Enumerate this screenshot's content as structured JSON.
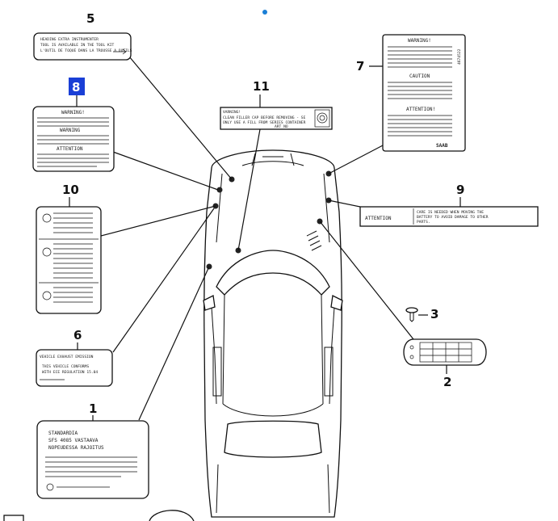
{
  "diagram": {
    "callouts": [
      {
        "id": "1",
        "label": "1"
      },
      {
        "id": "2",
        "label": "2"
      },
      {
        "id": "3",
        "label": "3"
      },
      {
        "id": "5",
        "label": "5"
      },
      {
        "id": "6",
        "label": "6"
      },
      {
        "id": "7",
        "label": "7"
      },
      {
        "id": "8",
        "label": "8"
      },
      {
        "id": "9",
        "label": "9"
      },
      {
        "id": "10",
        "label": "10"
      },
      {
        "id": "11",
        "label": "11"
      }
    ],
    "accent_color": "#1a3fd6"
  },
  "labels": {
    "label5": {
      "lines": [
        "HEADING EXTRA   INSTRUMENTER",
        "TOOL IS AVAILABLE IN THE TOOL KIT",
        "L'OUTIL DE TOQUE DANS LA TROUSSE A OUTILS"
      ]
    },
    "label8": {
      "lines": [
        "WARNING!",
        "WARNING",
        "ATTENTION"
      ]
    },
    "label11": {
      "lines": [
        "VARNING!",
        "CLEAN FILLER CAP BEFORE REMOVING - SE",
        "ONLY USE A FILL FROM SERIES CONTAINER",
        "ART NO"
      ]
    },
    "label7": {
      "lines": [
        "WARNING!",
        "CAUTION",
        "ATTENTION!"
      ],
      "brand": "SAAB",
      "side": "4674522"
    },
    "label9": {
      "title": "ATTENTION",
      "lines": [
        "CARE IS NEEDED WHEN MOVING THE",
        "BATTERY TO AVOID DAMAGE TO OTHER",
        "PARTS."
      ]
    },
    "label6": {
      "lines": [
        "VEHICLE EXHAUST EMISSION",
        "THIS VEHICLE CONFORMS",
        "WITH ECE REGULATION 15.04"
      ]
    },
    "label1": {
      "lines": [
        "STANDARDIA",
        "SFS 4085 VASTAAVA",
        "NOPEUDESSA RAJOITUS"
      ]
    }
  }
}
